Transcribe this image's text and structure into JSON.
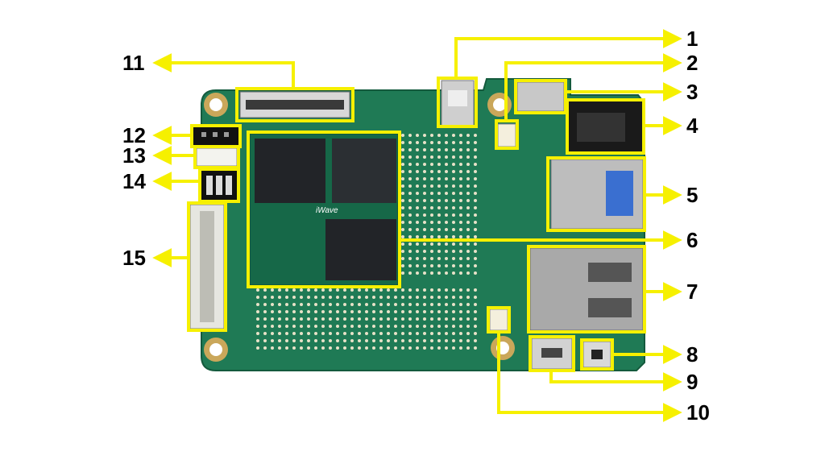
{
  "diagram": {
    "board_label": "iWave",
    "callouts": [
      {
        "number": "1"
      },
      {
        "number": "2"
      },
      {
        "number": "3"
      },
      {
        "number": "4"
      },
      {
        "number": "5"
      },
      {
        "number": "6"
      },
      {
        "number": "7"
      },
      {
        "number": "8"
      },
      {
        "number": "9"
      },
      {
        "number": "10"
      },
      {
        "number": "11"
      },
      {
        "number": "12"
      },
      {
        "number": "13"
      },
      {
        "number": "14"
      },
      {
        "number": "15"
      }
    ]
  },
  "colors": {
    "highlight": "#f6f000",
    "pcb": "#1f7a55",
    "pcb_dark": "#15603f",
    "chip": "#222428",
    "pad": "#caa75a"
  }
}
